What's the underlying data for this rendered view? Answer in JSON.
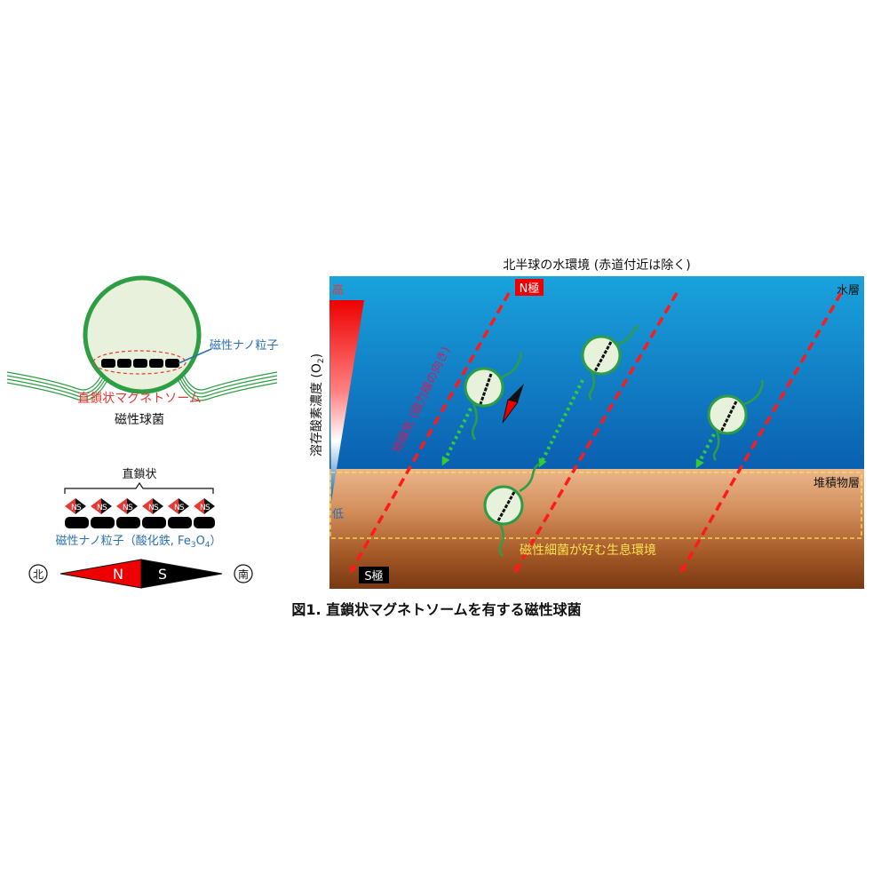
{
  "left_panel": {
    "magnetic_nanoparticle_label": "磁性ナノ粒子",
    "magnetosome_label": "直鎖状マグネトソーム",
    "coccus_label": "磁性球菌",
    "chain_label": "直鎖状",
    "particle_n": "N",
    "particle_s": "S",
    "nanoparticle_detail_prefix": "磁性ナノ粒子（酸化鉄, Fe",
    "nanoparticle_detail_sub1": "3",
    "nanoparticle_detail_mid": "O",
    "nanoparticle_detail_sub2": "4",
    "nanoparticle_detail_suffix": "）",
    "north_char": "北",
    "south_char": "南",
    "compass_n": "N",
    "compass_s": "S"
  },
  "right_panel": {
    "title": "北半球の水環境 (赤道付近は除く)",
    "water_layer": "水層",
    "sediment_layer": "堆積物層",
    "n_pole": "N極",
    "s_pole": "S極",
    "oxygen_label_main": "溶存酸素濃度 (O",
    "oxygen_label_sub": "2",
    "oxygen_label_end": ")",
    "oxygen_high": "高",
    "oxygen_low": "低",
    "field_line_label": "地磁気 (磁力線の向き)",
    "habitat_label": "磁性細菌が好む生息環境"
  },
  "caption": "図1. 直鎖状マグネトソームを有する磁性球菌",
  "colors": {
    "membrane_green": "#2e9e44",
    "cell_fill": "#e8f1dc",
    "magnetosome_red": "#e53935",
    "label_blue": "#2a6fb0",
    "field_line_red": "#ff1a1a",
    "swim_green": "#33cc33",
    "habitat_yellow": "#ffe34d",
    "water_top": "#1aa3dd",
    "water_bottom": "#0a63b3",
    "sediment_top": "#e8b184",
    "sediment_bottom": "#7a3a12"
  }
}
